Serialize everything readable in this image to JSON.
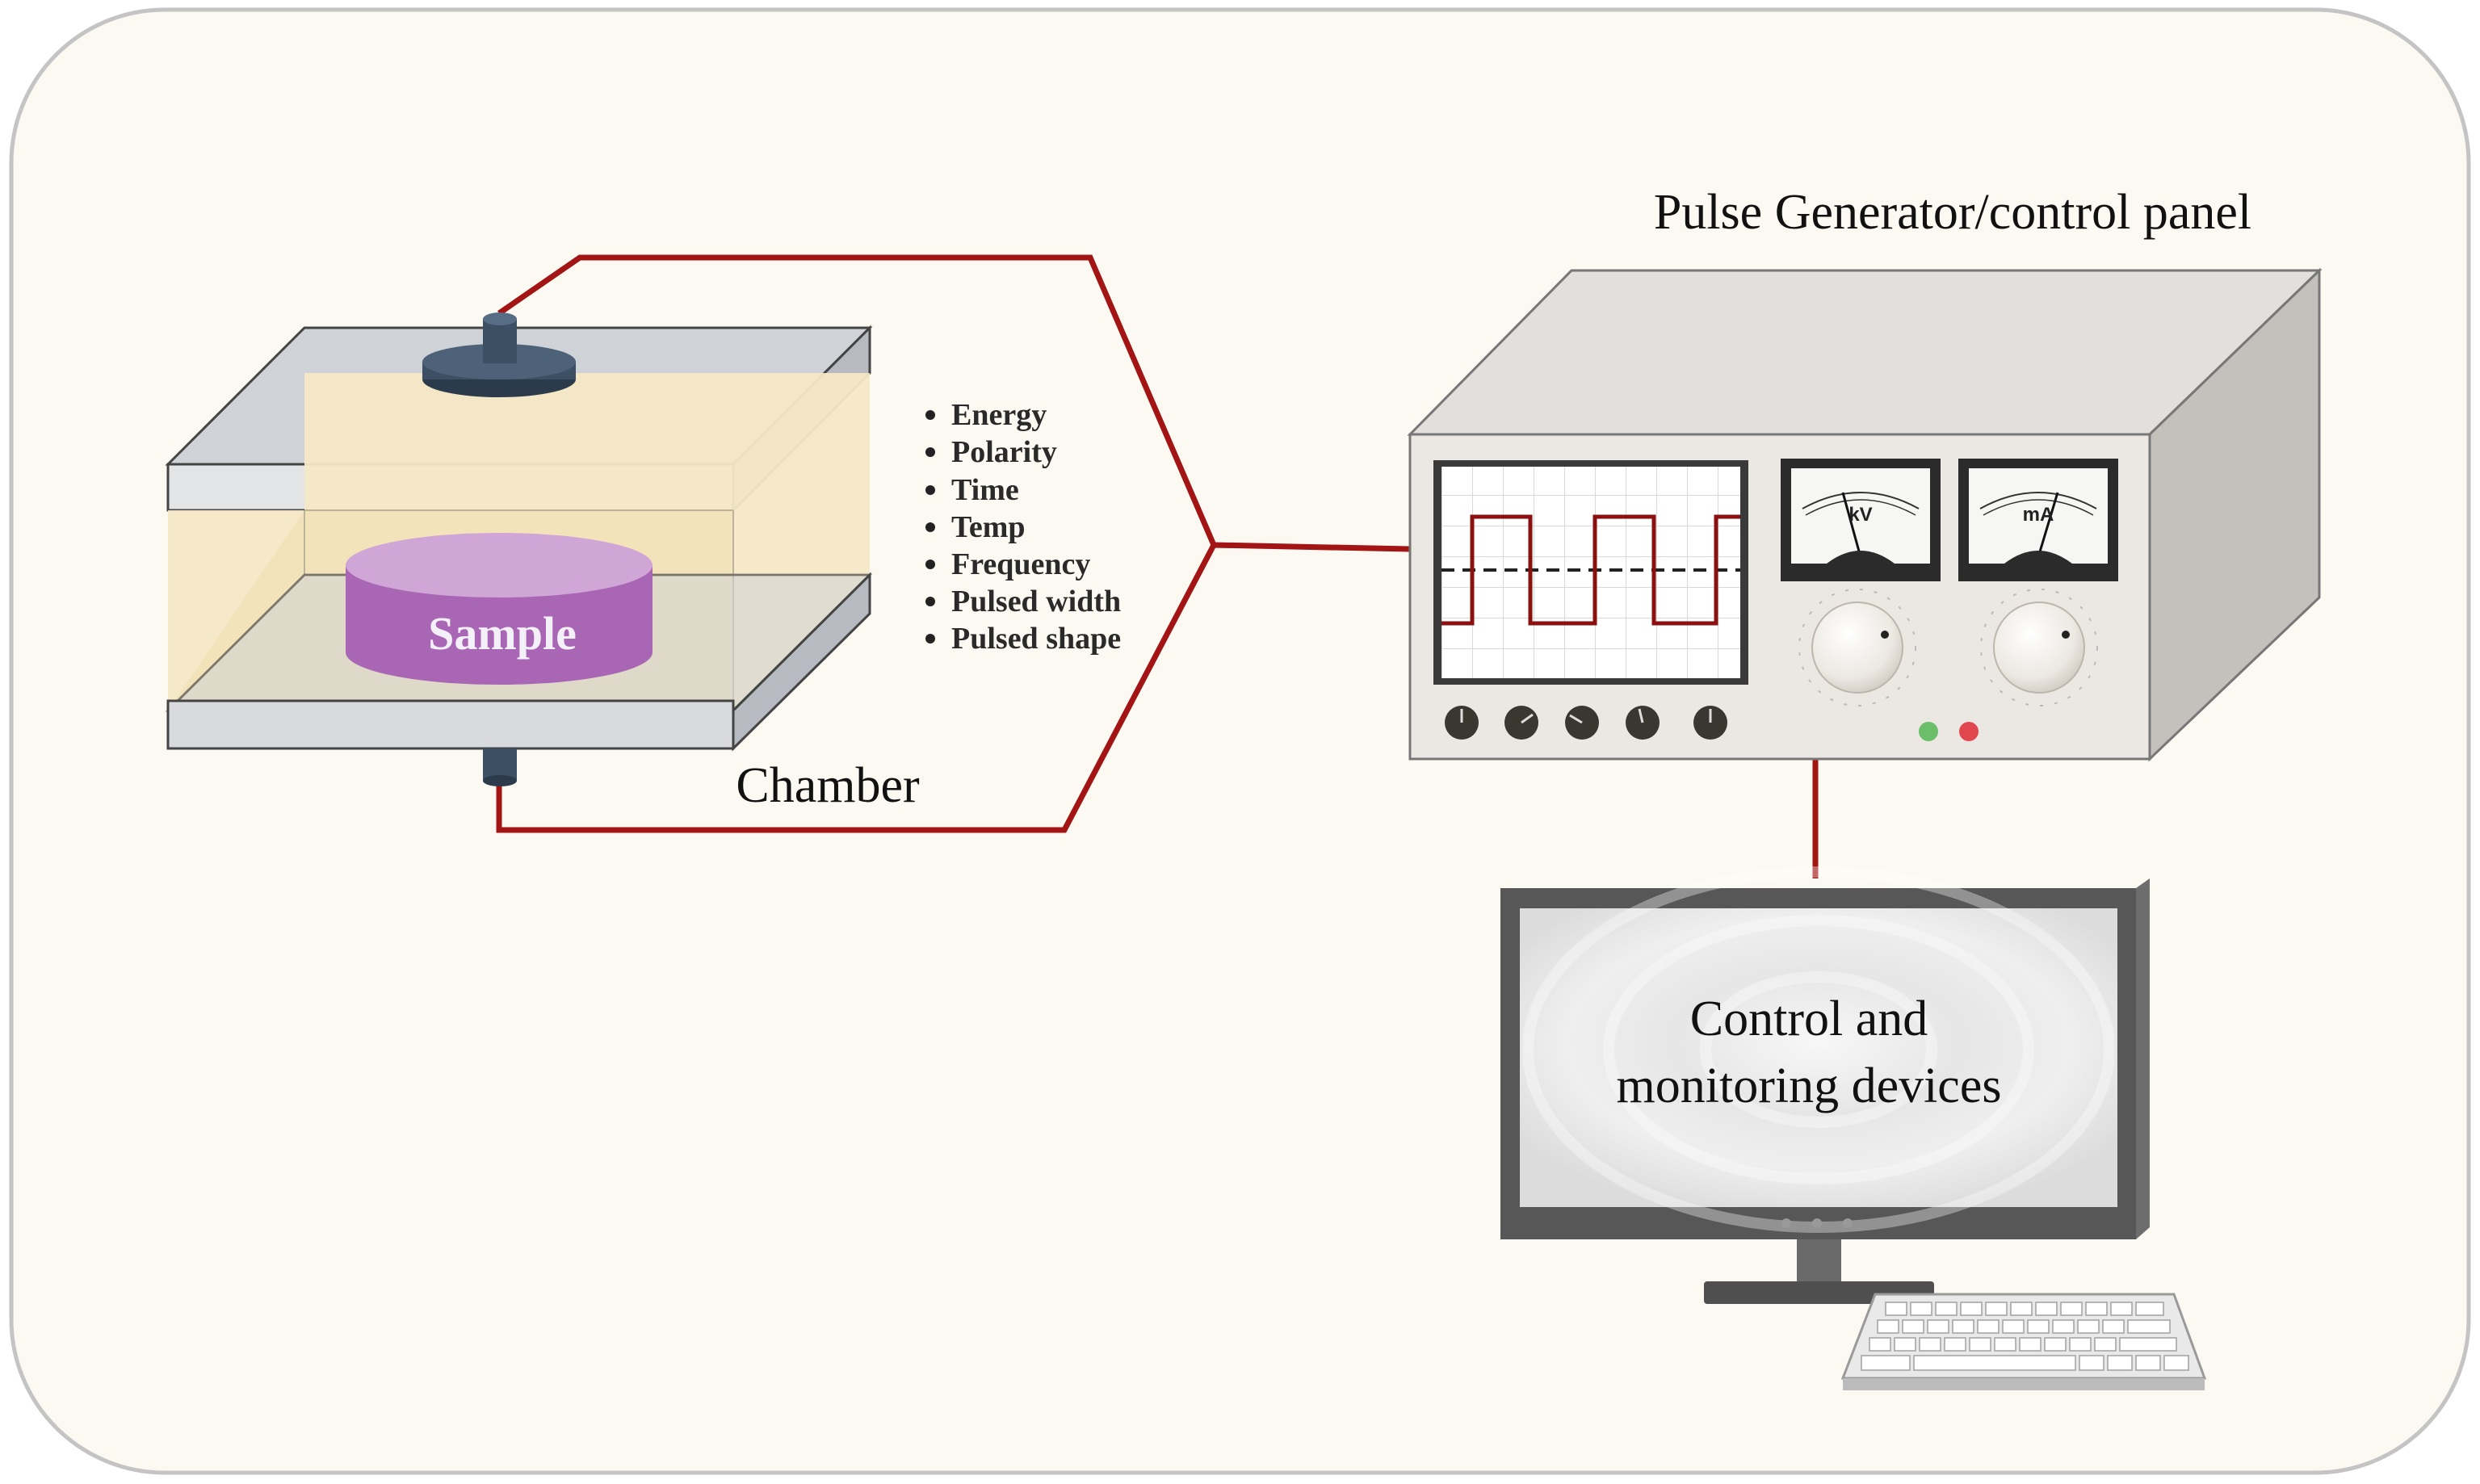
{
  "labels": {
    "pulse_generator": "Pulse Generator/control panel",
    "chamber": "Chamber",
    "sample": "Sample",
    "monitor_line1": "Control and",
    "monitor_line2": "monitoring devices"
  },
  "parameters": [
    "Energy",
    "Polarity",
    "Time",
    "Temp",
    "Frequency",
    "Pulsed width",
    "Pulsed shape"
  ],
  "meters": {
    "left_unit": "kV",
    "right_unit": "mA"
  },
  "colors": {
    "background": "#fbf9f2",
    "wire": "#a31515",
    "sample": "#a866b4",
    "chamber_fill": "#f6e8c6",
    "plate": "#d2d4d8",
    "electrode": "#3d4f63",
    "cabinet": "#dcd9d6"
  }
}
